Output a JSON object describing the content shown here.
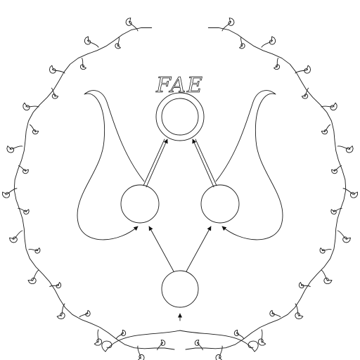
{
  "diagram": {
    "title": "FAE",
    "ink_color": "#1a1a1a",
    "background": "#ffffff",
    "nodes": [
      {
        "id": "start",
        "label": "",
        "initial": true,
        "accepting": false
      },
      {
        "id": "left",
        "label": "",
        "initial": false,
        "accepting": false
      },
      {
        "id": "right",
        "label": "",
        "initial": false,
        "accepting": false
      },
      {
        "id": "final",
        "label": "",
        "initial": false,
        "accepting": true
      }
    ],
    "edges": [
      {
        "from": "start",
        "to": "left",
        "label": ""
      },
      {
        "from": "start",
        "to": "right",
        "label": ""
      },
      {
        "from": "left",
        "to": "final",
        "label": ""
      },
      {
        "from": "right",
        "to": "final",
        "label": ""
      },
      {
        "from": "left",
        "to": "left",
        "label": "",
        "loop": true
      },
      {
        "from": "right",
        "to": "right",
        "label": "",
        "loop": true
      }
    ],
    "ornament": "curly-vine-wreath"
  }
}
